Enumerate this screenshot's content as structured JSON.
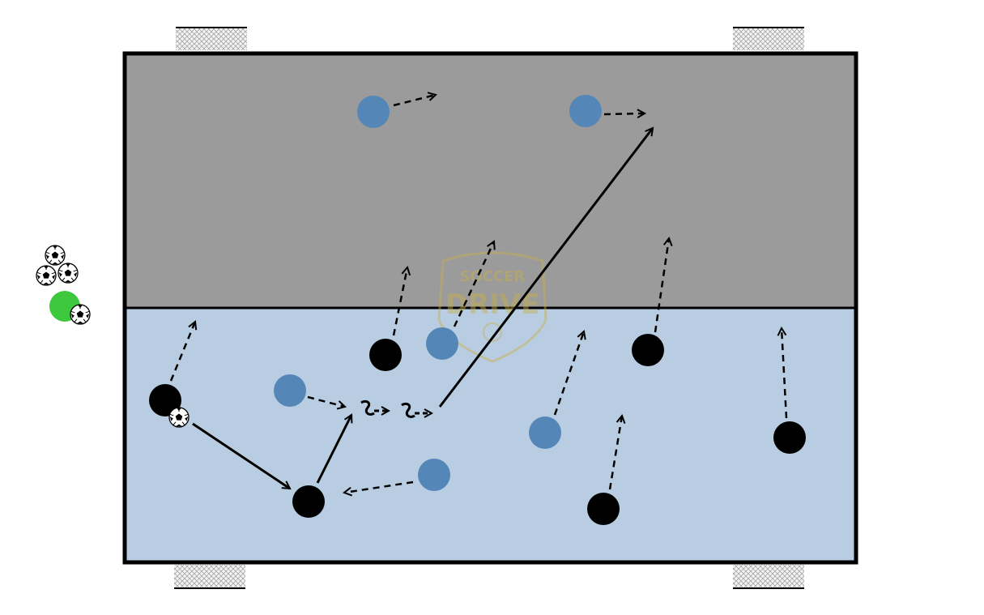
{
  "watermark": {
    "line1": "SOCCER",
    "line2": "DRIVE",
    "color": "#c8b04a"
  },
  "colors": {
    "top_half": "#9b9b9b",
    "bottom_half": "#b8cde2",
    "border": "#000000",
    "team_blue": "#5586b8",
    "team_black": "#000000",
    "coach": "#3ec83e",
    "goal_net": "#e6e6e6"
  },
  "icons": {
    "ball": "soccer-ball-icon",
    "goal": "mini-goal-icon",
    "arrow_pass": "solid-arrow",
    "arrow_run": "dashed-arrow",
    "arrow_dribble": "wavy-arrow"
  }
}
